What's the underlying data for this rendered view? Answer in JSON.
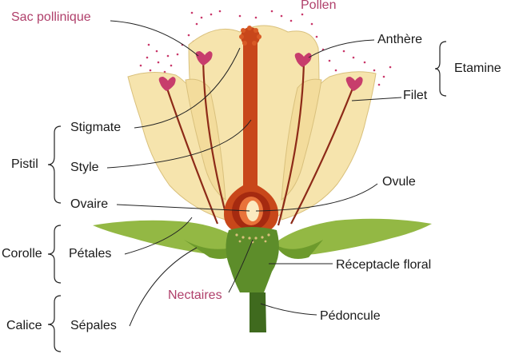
{
  "labels": {
    "sac_pollinique": "Sac pollinique",
    "pollen": "Pollen",
    "anthere": "Anthère",
    "etamine": "Etamine",
    "filet": "Filet",
    "stigmate": "Stigmate",
    "style": "Style",
    "pistil": "Pistil",
    "ovule": "Ovule",
    "ovaire": "Ovaire",
    "corolle": "Corolle",
    "petales": "Pétales",
    "receptacle": "Réceptacle floral",
    "nectaires": "Nectaires",
    "calice": "Calice",
    "sepales": "Sépales",
    "pedoncule": "Pédoncule"
  },
  "colors": {
    "petal": "#f6e4ad",
    "petal_stroke": "#d9c07c",
    "sepal": "#93b844",
    "sepal_dark": "#6d9a2c",
    "receptacle": "#5d8d2a",
    "stem": "#3f6a1e",
    "pistil": "#c8471a",
    "ovary_inner": "#a52a10",
    "filament": "#8d2a18",
    "anther": "#c73d6c",
    "pollen_dot": "#c9386b",
    "leader_line": "#222222",
    "accent_text": "#b0406b"
  }
}
